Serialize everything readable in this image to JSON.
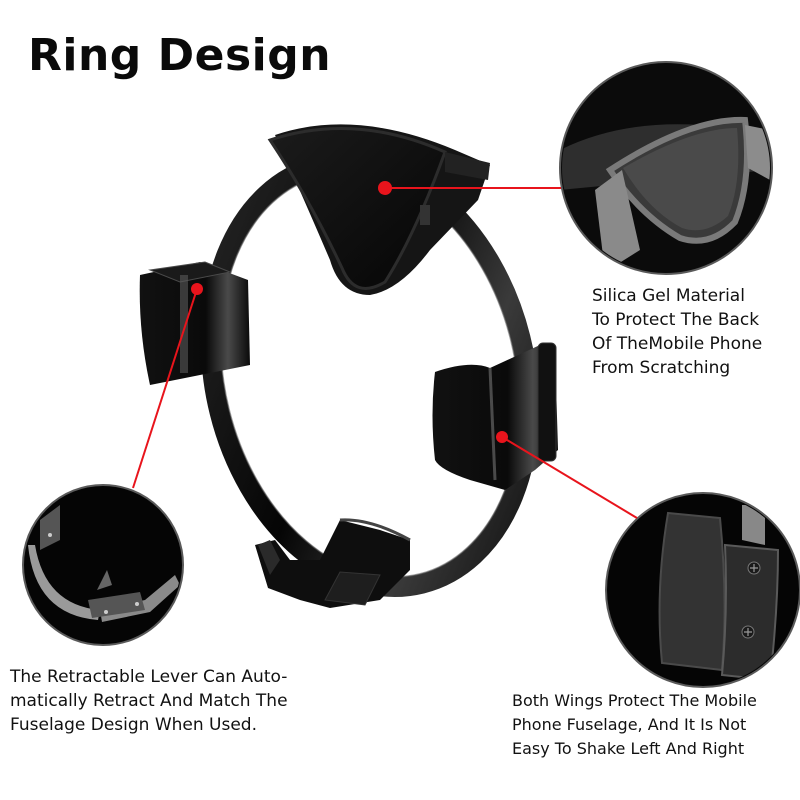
{
  "title": "Ring Design",
  "captions": {
    "silica": "Silica Gel Material\nTo Protect The Back\nOf TheMobile Phone\nFrom Scratching",
    "lever": "The Retractable Lever Can Auto-\nmatically Retract And Match The\nFuselage Design When Used.",
    "wings": "Both Wings Protect The Mobile\nPhone Fuselage, And It Is Not\nEasy To Shake Left And Right"
  },
  "product": "ring-shaped phone holder",
  "callouts": [
    {
      "name": "silica-pad",
      "dot": [
        385,
        188
      ],
      "detail_circle": [
        666,
        168,
        106
      ]
    },
    {
      "name": "retractable-lever",
      "dot": [
        197,
        289
      ],
      "detail_circle": [
        103,
        565,
        80
      ]
    },
    {
      "name": "side-wing",
      "dot": [
        502,
        437
      ],
      "detail_circle": [
        703,
        590,
        97
      ]
    }
  ],
  "colors": {
    "accent_red": "#e8141c",
    "product_black": "#0d0d0d",
    "text": "#111111",
    "background": "#ffffff"
  }
}
